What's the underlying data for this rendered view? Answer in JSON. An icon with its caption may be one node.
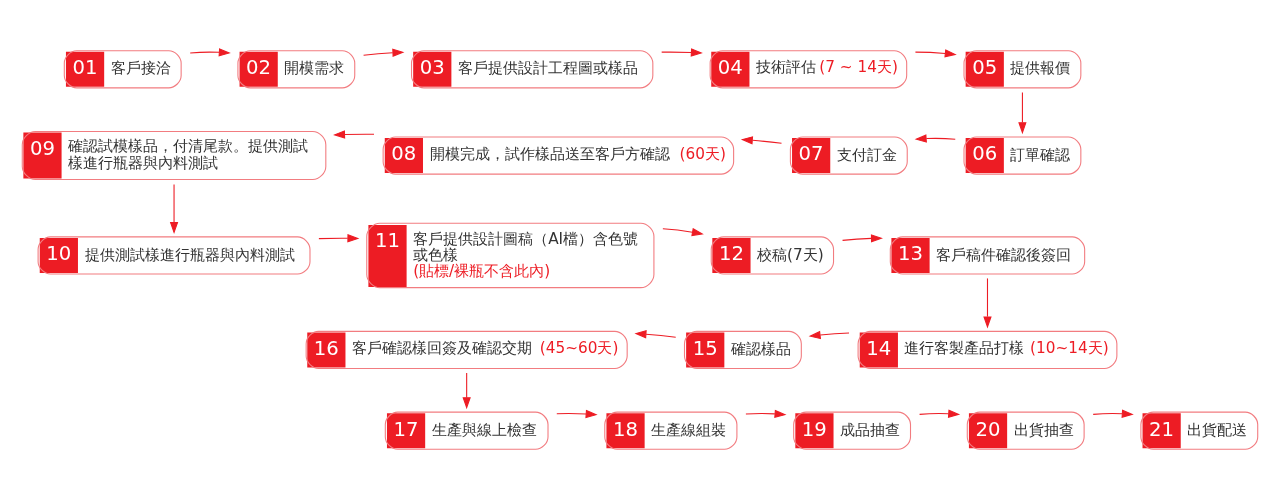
{
  "diagram": {
    "nodes": [
      {
        "text": [
          "01",
          "客戶接洽"
        ]
      },
      {
        "text": [
          "02",
          "開模需求"
        ]
      },
      {
        "text": [
          "03",
          "客戶提供設計工程圖或樣品"
        ]
      },
      {
        "text": [
          "04",
          "技術評估",
          "(7 ~ 14天)"
        ]
      },
      {
        "text": [
          "05",
          "提供報價"
        ]
      },
      {
        "text": [
          "06",
          "訂單確認"
        ]
      },
      {
        "text": [
          "07",
          "支付訂金"
        ]
      },
      {
        "text": [
          "08",
          "開模完成，試作樣品送至客戶方確認",
          "(60天)"
        ]
      },
      {
        "text": [
          "09",
          "確認試模樣品，付清尾款。提供測試樣進行瓶器與內料測試"
        ]
      },
      {
        "text": [
          "10",
          "提供測試樣進行瓶器與內料測試"
        ]
      },
      {
        "text": [
          "11",
          "客戶提供設計圖稿（AI檔）含色號或色樣",
          "(貼標/裸瓶不含此內)"
        ]
      },
      {
        "text": [
          "12",
          "校稿(7天)"
        ]
      },
      {
        "text": [
          "13",
          "客戶稿件確認後簽回"
        ]
      },
      {
        "text": [
          "14",
          "進行客製產品打樣",
          "(10~14天)"
        ]
      },
      {
        "text": [
          "15",
          "確認樣品"
        ]
      },
      {
        "text": [
          "16",
          "客戶確認樣回簽及確認交期",
          "(45~60天)"
        ]
      },
      {
        "text": [
          "17",
          "生產與線上檢查"
        ]
      },
      {
        "text": [
          "18",
          "生產線組裝"
        ]
      },
      {
        "text": [
          "19",
          "成品抽查"
        ]
      },
      {
        "text": [
          "20",
          "出貨抽查"
        ]
      },
      {
        "text": [
          "21",
          "出貨配送"
        ]
      }
    ],
    "edges": [
      {
        "from": 0,
        "to": 1,
        "arrow": "to"
      },
      {
        "from": 1,
        "to": 2,
        "arrow": "to"
      },
      {
        "from": 2,
        "to": 3,
        "arrow": "to"
      },
      {
        "from": 3,
        "to": 4,
        "arrow": "to"
      },
      {
        "from": 4,
        "to": 5,
        "arrow": "to"
      },
      {
        "from": 5,
        "to": 6,
        "arrow": "to"
      },
      {
        "from": 6,
        "to": 7,
        "arrow": "to"
      },
      {
        "from": 7,
        "to": 8,
        "arrow": "to"
      },
      {
        "from": 8,
        "to": 9,
        "arrow": "to"
      },
      {
        "from": 9,
        "to": 10,
        "arrow": "to"
      },
      {
        "from": 10,
        "to": 11,
        "arrow": "to"
      },
      {
        "from": 11,
        "to": 12,
        "arrow": "to"
      },
      {
        "from": 12,
        "to": 13,
        "arrow": "to"
      },
      {
        "from": 13,
        "to": 14,
        "arrow": "to"
      },
      {
        "from": 14,
        "to": 15,
        "arrow": "to"
      },
      {
        "from": 15,
        "to": 16,
        "arrow": "to"
      },
      {
        "from": 16,
        "to": 17,
        "arrow": "to"
      },
      {
        "from": 17,
        "to": 18,
        "arrow": "to"
      },
      {
        "from": 18,
        "to": 19,
        "arrow": "to"
      },
      {
        "from": 19,
        "to": 20,
        "arrow": "to"
      }
    ]
  }
}
